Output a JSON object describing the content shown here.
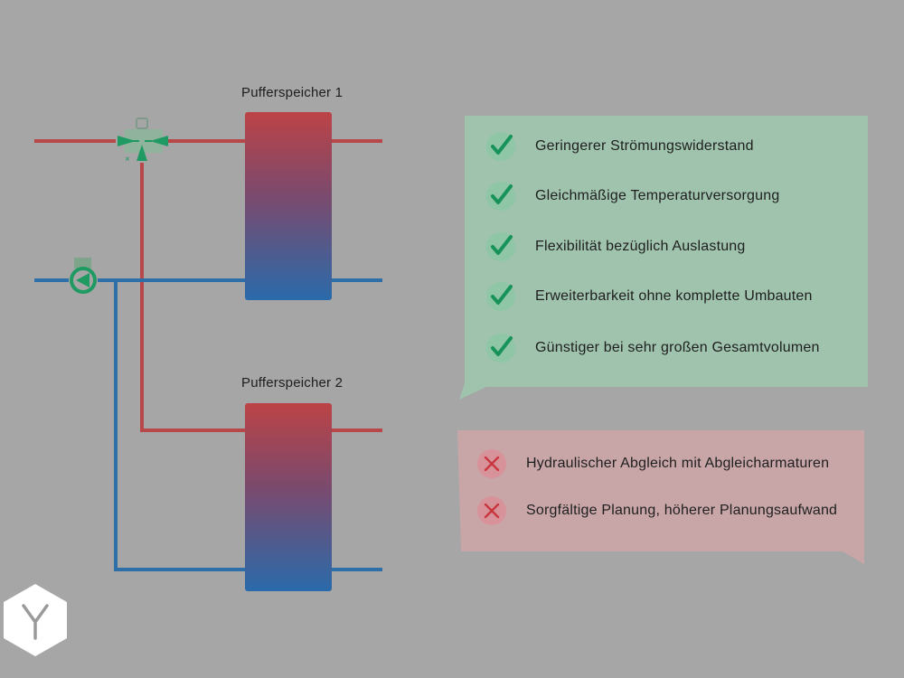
{
  "tanks": [
    {
      "label": "Pufferspeicher 1"
    },
    {
      "label": "Pufferspeicher 2"
    }
  ],
  "colors": {
    "background": "#a6a6a6",
    "hot_pipe": "#b8474a",
    "cold_pipe": "#2f6fa8",
    "valve_green": "#1f9a62",
    "pros_panel": "#9fc3ad",
    "cons_panel": "#c8a6a8",
    "check_green": "#17935a",
    "cross_red": "#c8363f"
  },
  "pros": {
    "items": [
      {
        "text": "Geringerer Strömungswiderstand",
        "icon": "check-icon"
      },
      {
        "text": "Gleichmäßige Temperaturversorgung",
        "icon": "check-icon"
      },
      {
        "text": "Flexibilität bezüglich Auslastung",
        "icon": "check-icon"
      },
      {
        "text": "Erweiterbarkeit ohne komplette Umbauten",
        "icon": "check-icon"
      },
      {
        "text": "Günstiger bei sehr großen Gesamtvolumen",
        "icon": "check-icon"
      }
    ]
  },
  "cons": {
    "items": [
      {
        "text": "Hydraulischer Abgleich mit Abgleicharmaturen",
        "icon": "cross-icon"
      },
      {
        "text": "Sorgfältige Planung, höherer Planungsaufwand",
        "icon": "cross-icon"
      }
    ]
  },
  "logo": {
    "icon": "hexagon-y-logo"
  }
}
